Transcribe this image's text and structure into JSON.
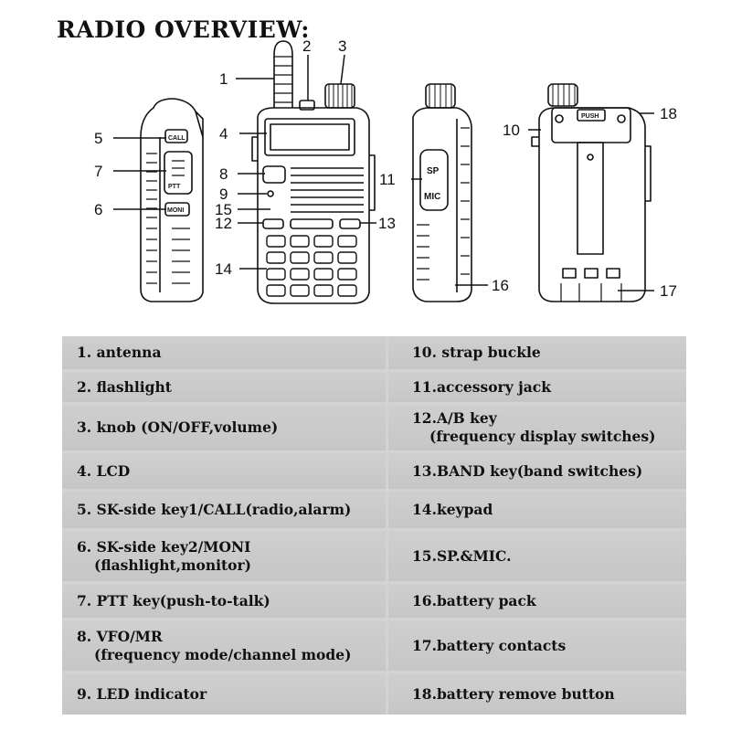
{
  "title": "RADIO OVERVIEW:",
  "callouts": [
    "1",
    "2",
    "3",
    "4",
    "5",
    "6",
    "7",
    "8",
    "9",
    "10",
    "11",
    "12",
    "13",
    "14",
    "15",
    "16",
    "17",
    "18"
  ],
  "radio_labels": {
    "call": "CALL",
    "ptt": "PTT",
    "moni": "MONI",
    "sp": "SP",
    "mic": "MIC",
    "push": "PUSH"
  },
  "parts": {
    "left": [
      {
        "line1": "1. antenna",
        "line2": ""
      },
      {
        "line1": "2. flashlight",
        "line2": ""
      },
      {
        "line1": "3. knob (ON/OFF,volume)",
        "line2": ""
      },
      {
        "line1": "4. LCD",
        "line2": ""
      },
      {
        "line1": "5. SK-side key1/CALL(radio,alarm)",
        "line2": ""
      },
      {
        "line1": "6. SK-side key2/MONI",
        "line2": "(flashlight,monitor)"
      },
      {
        "line1": "7. PTT key(push-to-talk)",
        "line2": ""
      },
      {
        "line1": "8. VFO/MR",
        "line2": "(frequency mode/channel mode)"
      },
      {
        "line1": "9. LED indicator",
        "line2": ""
      }
    ],
    "right": [
      {
        "line1": "10. strap buckle",
        "line2": ""
      },
      {
        "line1": "11.accessory jack",
        "line2": ""
      },
      {
        "line1": "12.A/B key",
        "line2": "(frequency display switches)"
      },
      {
        "line1": "13.BAND key(band switches)",
        "line2": ""
      },
      {
        "line1": "14.keypad",
        "line2": ""
      },
      {
        "line1": "15.SP.&MIC.",
        "line2": ""
      },
      {
        "line1": "16.battery pack",
        "line2": ""
      },
      {
        "line1": "17.battery contacts",
        "line2": ""
      },
      {
        "line1": "18.battery remove button",
        "line2": ""
      }
    ]
  }
}
